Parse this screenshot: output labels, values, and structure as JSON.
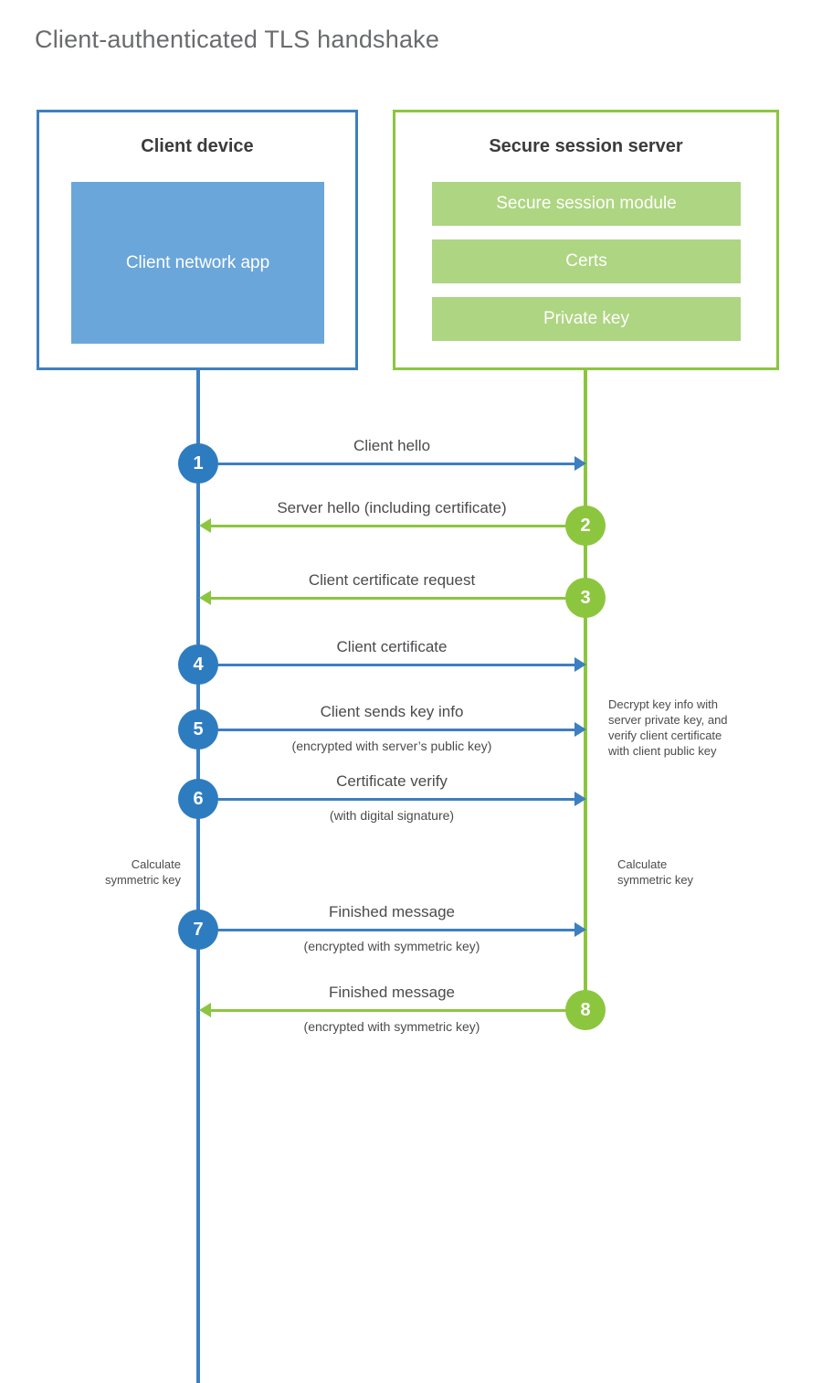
{
  "title": "Client-authenticated TLS handshake",
  "colors": {
    "blue_border": "#3d7fc1",
    "blue_fill": "#6aa6d9",
    "blue_circle": "#2e7cc0",
    "green_border": "#8cc63f",
    "green_fill": "#aed581",
    "text": "#4a4b4d",
    "title_text": "#6a6b6d"
  },
  "entities": {
    "client": {
      "title": "Client device",
      "app_label": "Client network\napp"
    },
    "server": {
      "title": "Secure session server",
      "components": [
        {
          "label": "Secure session module"
        },
        {
          "label": "Certs"
        },
        {
          "label": "Private key"
        }
      ]
    }
  },
  "messages": [
    {
      "num": "1",
      "label": "Client hello",
      "sublabel": "",
      "dir": "ltr",
      "color": "blue"
    },
    {
      "num": "2",
      "label": "Server hello (including certificate)",
      "sublabel": "",
      "dir": "rtl",
      "color": "green"
    },
    {
      "num": "3",
      "label": "Client certificate request",
      "sublabel": "",
      "dir": "rtl",
      "color": "green"
    },
    {
      "num": "4",
      "label": "Client certificate",
      "sublabel": "",
      "dir": "ltr",
      "color": "blue"
    },
    {
      "num": "5",
      "label": "Client sends key info",
      "sublabel": "(encrypted with server’s public key)",
      "dir": "ltr",
      "color": "blue"
    },
    {
      "num": "6",
      "label": "Certificate verify",
      "sublabel": "(with digital signature)",
      "dir": "ltr",
      "color": "blue"
    },
    {
      "num": "7",
      "label": "Finished message",
      "sublabel": "(encrypted with symmetric key)",
      "dir": "ltr",
      "color": "blue"
    },
    {
      "num": "8",
      "label": "Finished message",
      "sublabel": "(encrypted with symmetric key)",
      "dir": "rtl",
      "color": "green"
    }
  ],
  "notes": {
    "server_decrypt": "Decrypt key info with\nserver private key, and\nverify client certificate\nwith client public key",
    "client_calculate": "Calculate\nsymmetric key",
    "server_calculate": "Calculate\nsymmetric key"
  }
}
